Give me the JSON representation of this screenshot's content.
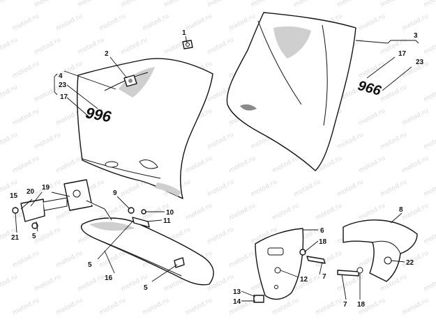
{
  "watermark": "motod.ru",
  "decal_text": "996",
  "callouts": {
    "c1": "1",
    "c2": "2",
    "c3": "3",
    "c4": "4",
    "c5a": "5",
    "c5b": "5",
    "c5c": "5",
    "c6": "6",
    "c7a": "7",
    "c7b": "7",
    "c8": "8",
    "c9": "9",
    "c10": "10",
    "c11": "11",
    "c12": "12",
    "c13": "13",
    "c14": "14",
    "c15": "15",
    "c16": "16",
    "c17a": "17",
    "c17b": "17",
    "c18a": "18",
    "c18b": "18",
    "c19": "19",
    "c20": "20",
    "c21": "21",
    "c22": "22",
    "c23a": "23",
    "c23b": "23"
  }
}
